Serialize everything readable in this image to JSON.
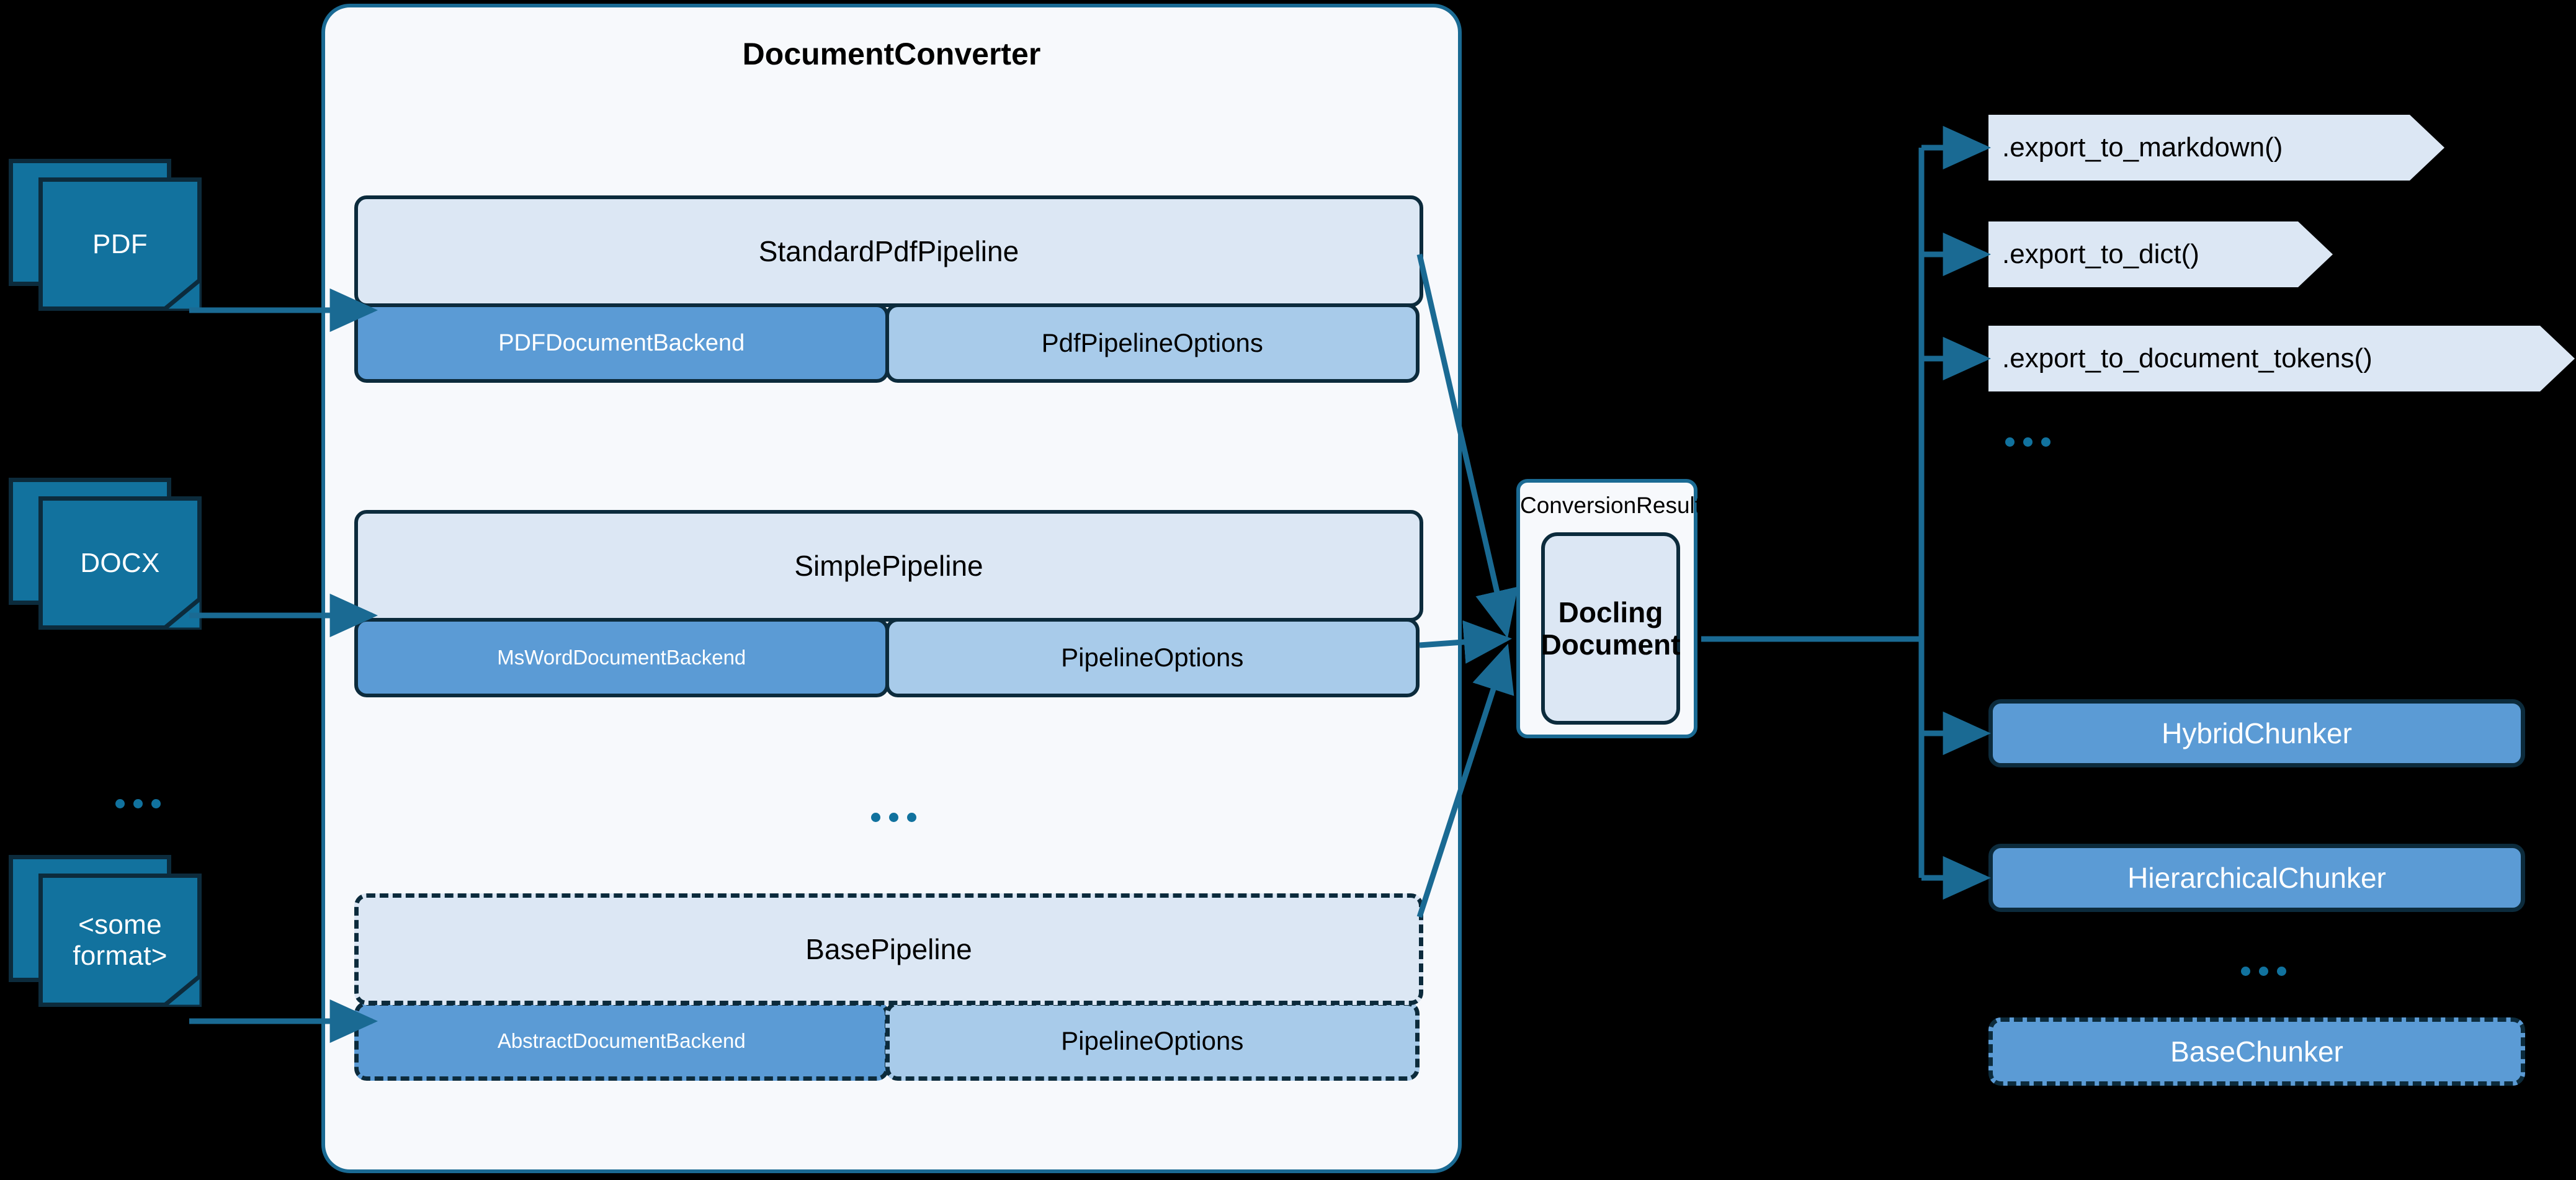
{
  "inputs": [
    {
      "label": "PDF",
      "icon": "document-stack-icon"
    },
    {
      "label": "DOCX",
      "icon": "document-stack-icon"
    },
    {
      "label": "<some format>",
      "icon": "document-stack-icon"
    }
  ],
  "input_ellipsis": "...",
  "converter": {
    "title": "DocumentConverter",
    "pipelines": [
      {
        "name": "StandardPdfPipeline",
        "backend": "PDFDocumentBackend",
        "options": "PdfPipelineOptions",
        "abstract": false
      },
      {
        "name": "SimplePipeline",
        "backend": "MsWordDocumentBackend",
        "options": "PipelineOptions",
        "abstract": false
      },
      {
        "name": "BasePipeline",
        "backend": "AbstractDocumentBackend",
        "options": "PipelineOptions",
        "abstract": true
      }
    ],
    "pipeline_ellipsis": "..."
  },
  "conversion_result": {
    "title": "ConversionResult",
    "document": "Docling\nDocument"
  },
  "exports": [
    {
      "label": ".export_to_markdown()"
    },
    {
      "label": ".export_to_dict()"
    },
    {
      "label": ".export_to_document_tokens()"
    }
  ],
  "exports_ellipsis": "...",
  "chunkers": [
    {
      "label": "HybridChunker",
      "abstract": false
    },
    {
      "label": "HierarchicalChunker",
      "abstract": false
    },
    {
      "label": "BaseChunker",
      "abstract": true
    }
  ],
  "chunkers_ellipsis": "...",
  "colors": {
    "background": "#000000",
    "container_fill": "#F7F9FC",
    "container_border": "#1A6A93",
    "pipeline_fill": "#DCE7F4",
    "backend_fill": "#5B9BD5",
    "options_fill": "#A8CBEA",
    "node_border": "#0C2B3C",
    "doc_icon_fill": "#12729E",
    "connector": "#1A6A93"
  }
}
